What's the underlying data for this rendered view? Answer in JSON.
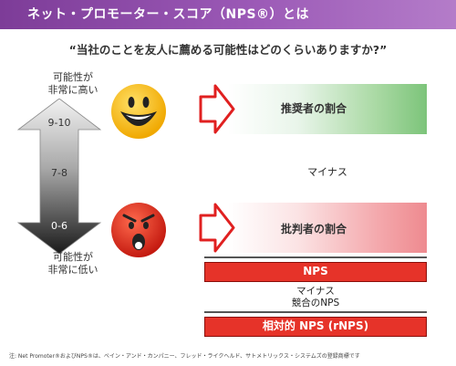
{
  "header": {
    "title": "ネット・プロモーター・スコア（NPS®）とは"
  },
  "question": "“当社のことを友人に薦める可能性はどのくらいありますか?”",
  "scale": {
    "top_label_line1": "可能性が",
    "top_label_line2": "非常に高い",
    "range_high": "9-10",
    "range_mid": "7-8",
    "range_low": "0-6",
    "bottom_label_line1": "可能性が",
    "bottom_label_line2": "非常に低い"
  },
  "promoters": {
    "label": "推奨者の割合"
  },
  "minus_1": "マイナス",
  "detractors": {
    "label": "批判者の割合"
  },
  "nps_label": "NPS",
  "minus_2": "マイナス",
  "competitor_nps": "競合のNPS",
  "rnps_label": "相対的 NPS (rNPS)",
  "footnote": "注: Net Promoter®およびNPS®は、ベイン・アンド・カンパニー、フレッド・ライクヘルド、サトメトリックス・システムズの登録商標です",
  "colors": {
    "header": "#8e44ad",
    "promoter_bar": "#7cc47a",
    "detractor_bar": "#ee8a8f",
    "nps_box": "#e63329",
    "happy_face": "#f5b800",
    "angry_face": "#e0301e"
  },
  "icons": {
    "happy": "happy-face-icon",
    "angry": "angry-face-icon",
    "arrow_right": "right-arrow-icon",
    "scale_arrow": "double-arrow-icon"
  }
}
